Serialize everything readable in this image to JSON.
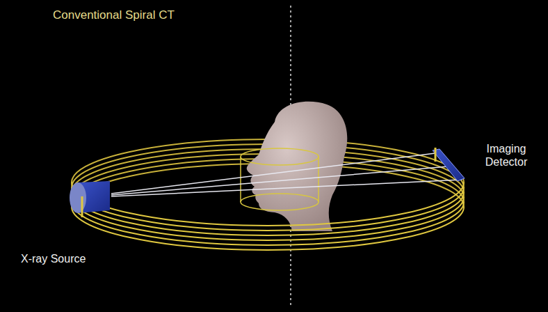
{
  "diagram": {
    "title": "Conventional Spiral CT",
    "labels": [
      "Imaging Detector",
      "X-ray Source"
    ]
  }
}
